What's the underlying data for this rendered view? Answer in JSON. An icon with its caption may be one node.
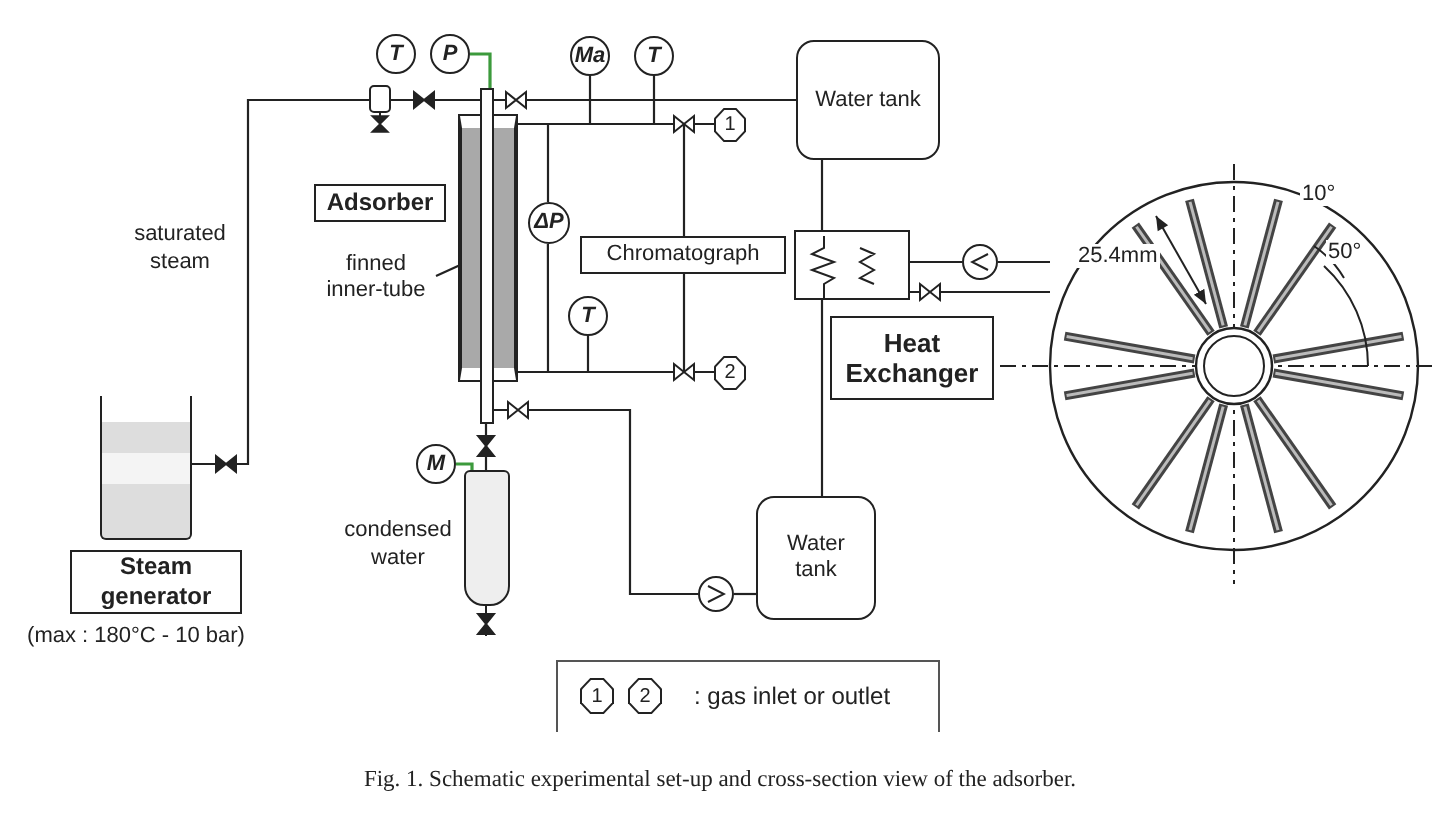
{
  "diagram": {
    "caption": "Fig. 1.  Schematic experimental set-up and cross-section view of the adsorber.",
    "nodes": [
      {
        "text": [],
        "shape": "box"
      },
      {
        "text": [
          "Steam generator"
        ],
        "beside": [
          "(max : 180°C - 10 bar)"
        ]
      },
      {
        "text": [
          "Adsorber"
        ]
      },
      {
        "text": [],
        "shape": "box"
      },
      {
        "text": [],
        "shape": "bar"
      },
      {
        "text": [
          "finned inner-tube"
        ]
      },
      {
        "text": [
          "T"
        ]
      },
      {
        "text": [
          "P"
        ]
      },
      {
        "text": [
          "Ma"
        ]
      },
      {
        "text": [
          "T"
        ]
      },
      {
        "text": [
          "ΔP"
        ]
      },
      {
        "text": [
          "T"
        ]
      },
      {
        "text": [
          "M"
        ]
      },
      {
        "text": [
          "1"
        ]
      },
      {
        "text": [
          "2"
        ]
      },
      {
        "text": [
          "Water tank"
        ]
      },
      {
        "text": [
          "Chromatograph"
        ]
      },
      {
        "text": [],
        "shape": "box"
      },
      {
        "text": [
          "Heat Exchanger"
        ]
      },
      {
        "text": [
          "Water tank"
        ]
      },
      {
        "text": [],
        "shape": "circle"
      },
      {
        "text": [],
        "shape": "circle"
      },
      {
        "text": [],
        "shape": "cylinder",
        "beside": [
          "condensed water"
        ]
      },
      {
        "text": [
          "1"
        ]
      },
      {
        "text": [
          "2"
        ]
      }
    ],
    "edges": [
      {
        "from": 0,
        "to": 4,
        "arrow": "none",
        "label": "saturated steam"
      },
      {
        "from": 7,
        "to": 4,
        "arrow": "none",
        "color": "#3c9a3c"
      },
      {
        "from": 4,
        "to": 15,
        "arrow": "none"
      },
      {
        "from": 8,
        "to": 3,
        "arrow": "none"
      },
      {
        "from": 9,
        "to": 3,
        "arrow": "none"
      },
      {
        "from": 3,
        "to": 13,
        "arrow": "none"
      },
      {
        "from": 10,
        "to": 3,
        "arrow": "none"
      },
      {
        "from": 10,
        "to": 3,
        "arrow": "none"
      },
      {
        "from": 11,
        "to": 3,
        "arrow": "none"
      },
      {
        "from": 3,
        "to": 14,
        "arrow": "none"
      },
      {
        "from": 13,
        "to": 16,
        "arrow": "none"
      },
      {
        "from": 14,
        "to": 16,
        "arrow": "none"
      },
      {
        "from": 15,
        "to": 17,
        "arrow": "none"
      },
      {
        "from": 17,
        "to": 19,
        "arrow": "none"
      },
      {
        "from": 19,
        "to": 20,
        "arrow": "none"
      },
      {
        "from": 20,
        "to": 4,
        "arrow": "none"
      },
      {
        "from": 4,
        "to": 22,
        "arrow": "none"
      },
      {
        "from": 12,
        "to": 22,
        "arrow": "none",
        "color": "#3c9a3c"
      },
      {
        "from": null,
        "to": 21,
        "arrow": "none"
      },
      {
        "from": 21,
        "to": 17,
        "arrow": "none"
      },
      {
        "from": 17,
        "to": null,
        "arrow": "none"
      },
      {
        "from": 5,
        "to": 4,
        "arrow": "to"
      }
    ],
    "labels": [
      "25.4mm",
      "10°",
      "50°"
    ],
    "legend": [
      {
        "text": ": gas inlet or outlet"
      }
    ]
  }
}
